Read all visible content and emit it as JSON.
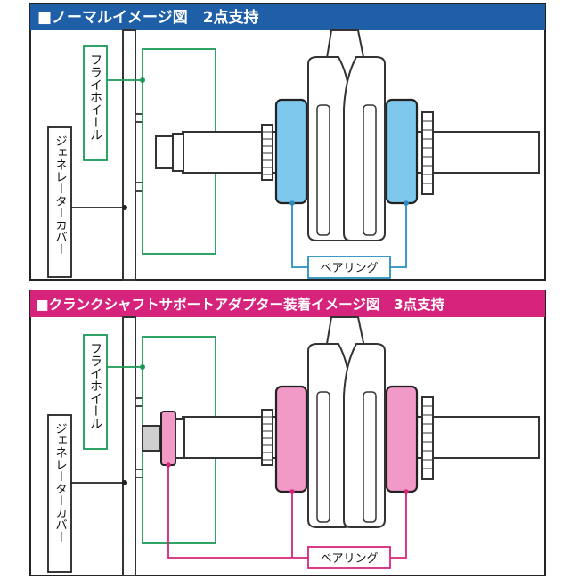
{
  "top_panel": {
    "title": "■ノーマルイメージ図　2点支持",
    "header_color": "#1f5fa8",
    "bearing_color": "#7ec8ee",
    "leader_color": "#2a8fbf",
    "labels": {
      "flywheel": "フライホイール",
      "generator_cover": "ジェネレーターカバー",
      "bearing": "ベアリング"
    }
  },
  "bottom_panel": {
    "title": "■クランクシャフトサポートアダプター装着イメージ図　3点支持",
    "header_color": "#d6247c",
    "bearing_color": "#f29ac7",
    "leader_color": "#d6247c",
    "labels": {
      "flywheel": "フライホイール",
      "generator_cover": "ジェネレーターカバー",
      "bearing": "ベアリング"
    }
  },
  "colors": {
    "flywheel_outline": "#1a9a55",
    "panel_border": "#222222",
    "metal_fill": "#ffffff"
  }
}
